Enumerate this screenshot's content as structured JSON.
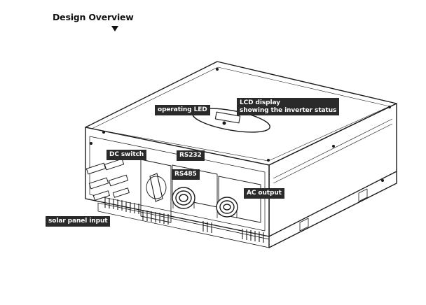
{
  "title": "Design Overview",
  "callouts": {
    "operating_led": "operating LED",
    "lcd_display_line1": "LCD display",
    "lcd_display_line2": "showing the inverter status",
    "dc_switch": "DC switch",
    "rs232": "RS232",
    "rs485": "RS485",
    "ac_output": "AC output",
    "solar_panel_input": "solar panel input"
  },
  "colors": {
    "line": "#1a1a1a",
    "label_background": "#2a2a2a",
    "label_text": "#ffffff"
  }
}
